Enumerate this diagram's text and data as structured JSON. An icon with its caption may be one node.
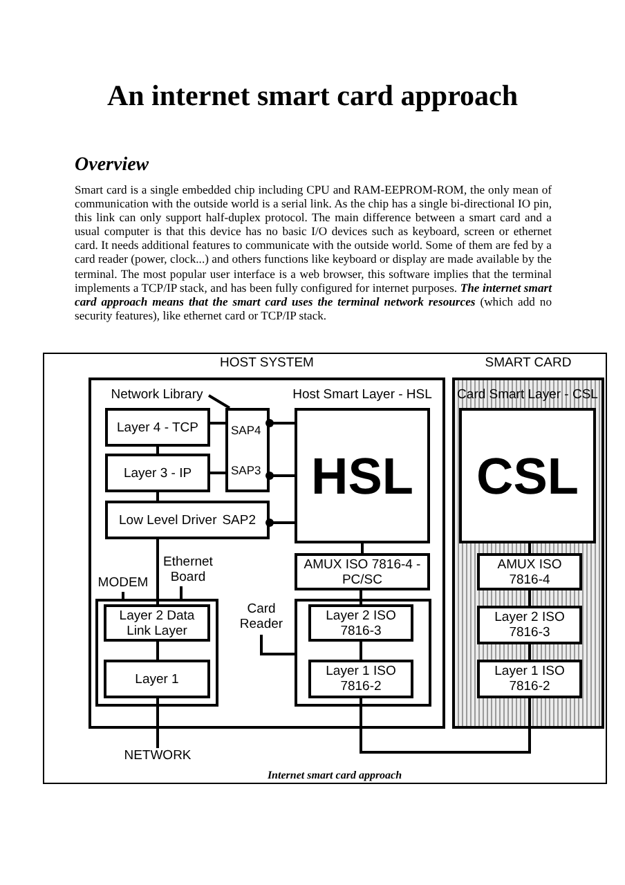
{
  "diagram": {
    "title": "An internet smart card approach",
    "caption": "Internet smart card approach",
    "nodes": [
      {
        "text": [
          "HOST SYSTEM"
        ]
      },
      {
        "text": [
          "Network Library"
        ],
        "in": 0
      },
      {
        "text": [
          "Host Smart Layer - HSL",
          "HSL"
        ],
        "in": 0
      },
      {
        "text": [
          "Layer 4 - TCP"
        ],
        "in": 0
      },
      {
        "text": [
          "SAP4",
          "SAP3"
        ],
        "in": 0
      },
      {
        "text": [
          "Layer 3 - IP"
        ],
        "in": 0
      },
      {
        "text": [
          "Low Level Driver",
          "SAP2"
        ],
        "in": 0
      },
      {
        "text": [
          "AMUX ISO 7816-4 - PC/SC"
        ],
        "in": 0
      },
      {
        "text": [
          "MODEM",
          "Ethernet Board"
        ],
        "in": 0
      },
      {
        "text": [
          "Layer 2 Data Link Layer"
        ],
        "in": 8
      },
      {
        "text": [
          "Layer 1"
        ],
        "in": 8
      },
      {
        "text": [
          "Card Reader"
        ],
        "in": 0
      },
      {
        "text": [],
        "shape": "box",
        "in": 0
      },
      {
        "text": [
          "Layer 2 ISO 7816-3"
        ],
        "in": 12
      },
      {
        "text": [
          "Layer 1 ISO 7816-2"
        ],
        "in": 12
      },
      {
        "text": [
          "SMART CARD"
        ]
      },
      {
        "text": [
          "Card Smart Layer - CSL",
          "CSL"
        ],
        "in": 15
      },
      {
        "text": [
          "AMUX ISO 7816-4"
        ],
        "in": 15
      },
      {
        "text": [
          "Layer 2 ISO 7816-3"
        ],
        "in": 15
      },
      {
        "text": [
          "Layer 1 ISO 7816-2"
        ],
        "in": 15
      },
      {
        "text": [
          "NETWORK"
        ]
      }
    ],
    "edges": [
      {
        "from": 1,
        "to": 4,
        "arrow": "none"
      },
      {
        "from": 3,
        "to": 4,
        "arrow": "none"
      },
      {
        "from": 5,
        "to": 4,
        "arrow": "none"
      },
      {
        "from": 3,
        "to": 5,
        "arrow": "none"
      },
      {
        "from": 5,
        "to": 6,
        "arrow": "none"
      },
      {
        "from": 4,
        "to": 2,
        "arrow": "other"
      },
      {
        "from": 4,
        "to": 2,
        "arrow": "other"
      },
      {
        "from": 6,
        "to": 2,
        "arrow": "other"
      },
      {
        "from": 6,
        "to": 9,
        "arrow": "none"
      },
      {
        "from": 9,
        "to": 10,
        "arrow": "none"
      },
      {
        "from": 10,
        "to": 20,
        "arrow": "none"
      },
      {
        "from": 2,
        "to": 7,
        "arrow": "none"
      },
      {
        "from": 7,
        "to": 13,
        "arrow": "none"
      },
      {
        "from": 13,
        "to": 14,
        "arrow": "none"
      },
      {
        "from": 11,
        "to": 12,
        "arrow": "none"
      },
      {
        "from": 14,
        "to": 19,
        "arrow": "none"
      },
      {
        "from": 16,
        "to": 17,
        "arrow": "none"
      },
      {
        "from": 17,
        "to": 18,
        "arrow": "none"
      },
      {
        "from": 18,
        "to": 19,
        "arrow": "none"
      }
    ],
    "labels": [
      "Overview",
      "Smart card is a single embedded chip including CPU and RAM-EEPROM-ROM, the only mean of communication with the outside world is a serial link. As the chip has a single bi-directional IO pin, this link can only support half-duplex protocol. The main difference between a smart card and a usual computer is that this device has no basic I/O devices such as keyboard, screen or ethernet card. It needs additional features to communicate with the outside world. Some of them are fed by a card reader (power, clock...) and others functions like keyboard or display are made available by the terminal. The most popular user interface is a web browser, this software implies that the terminal implements a TCP/IP stack, and has been fully configured for internet purposes. **The internet smart card approach means that the smart card uses the terminal network resources** (which add no security features), like ethernet card or TCP/IP stack."
    ]
  }
}
